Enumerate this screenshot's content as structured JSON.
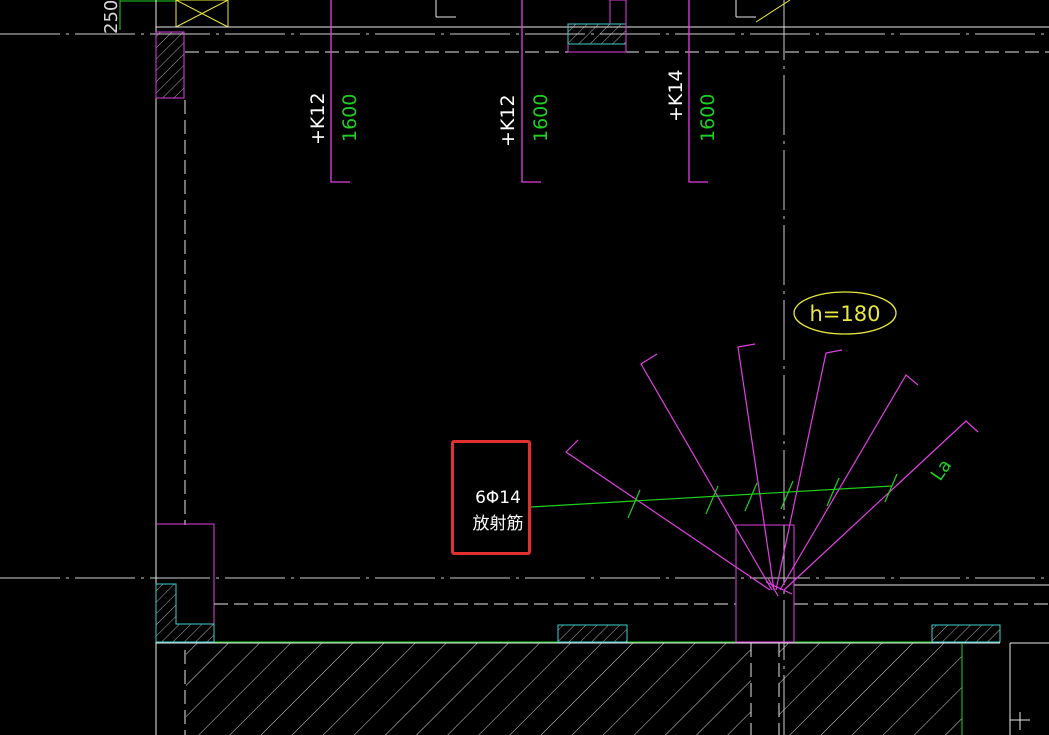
{
  "drawing": {
    "top_left_dimension": "250",
    "bars": [
      {
        "mark": "+K12",
        "length": "1600"
      },
      {
        "mark": "+K12",
        "length": "1600"
      },
      {
        "mark": "+K14",
        "length": "1600"
      }
    ],
    "slab_thickness": "h=180",
    "rebar_callout": {
      "count_spec": "6Φ14",
      "name": "放射筋"
    },
    "anchorage_label": "La"
  },
  "colors": {
    "background": "#000000",
    "rebar": "#e040e0",
    "dimension_green": "#20d020",
    "axis": "#ffffff",
    "hatch_cyan": "#40d0d0",
    "yellow": "#e8e840",
    "selection": "#e03030"
  }
}
